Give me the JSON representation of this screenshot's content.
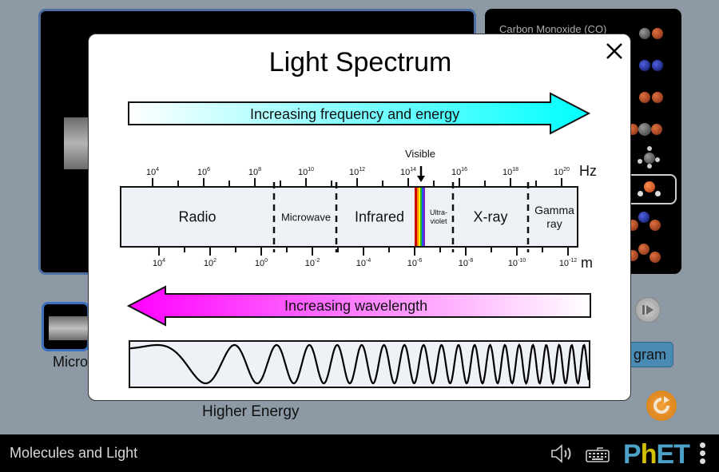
{
  "app": {
    "title": "Molecules and Light"
  },
  "molecule_panel": {
    "first_label": "Carbon Monoxide (CO)",
    "molecules": [
      {
        "name": "carbon-monoxide",
        "atoms": [
          "#555555",
          "#b34a24"
        ]
      },
      {
        "name": "nitrogen",
        "atoms": [
          "#1b2a9a",
          "#1b2a9a"
        ]
      },
      {
        "name": "oxygen",
        "atoms": [
          "#b34a24",
          "#b34a24"
        ]
      },
      {
        "name": "carbon-dioxide",
        "atoms": [
          "#b34a24",
          "#555555",
          "#b34a24"
        ]
      },
      {
        "name": "methane",
        "atoms": [
          "#555555"
        ]
      },
      {
        "name": "water",
        "atoms": [
          "#d9531e"
        ],
        "selected": true
      },
      {
        "name": "nitrogen-dioxide",
        "atoms": [
          "#b34a24",
          "#1b2a9a",
          "#b34a24"
        ]
      },
      {
        "name": "ozone",
        "atoms": [
          "#b34a24",
          "#b34a24",
          "#b34a24"
        ]
      }
    ]
  },
  "emitter": {
    "label_partial": "Micro"
  },
  "controls": {
    "diagram_button_partial": "gram",
    "higher_energy_label": "Higher Energy"
  },
  "dialog": {
    "title": "Light Spectrum",
    "frequency_arrow_label": "Increasing frequency and energy",
    "wavelength_arrow_label": "Increasing wavelength",
    "visible_label": "Visible",
    "frequency_unit": "Hz",
    "wavelength_unit": "m",
    "frequency_ticks": [
      {
        "base": "10",
        "exp": "4"
      },
      {
        "base": "10",
        "exp": "6"
      },
      {
        "base": "10",
        "exp": "8"
      },
      {
        "base": "10",
        "exp": "10"
      },
      {
        "base": "10",
        "exp": "12"
      },
      {
        "base": "10",
        "exp": "14"
      },
      {
        "base": "10",
        "exp": "16"
      },
      {
        "base": "10",
        "exp": "18"
      },
      {
        "base": "10",
        "exp": "20"
      }
    ],
    "wavelength_ticks": [
      {
        "base": "10",
        "exp": "4"
      },
      {
        "base": "10",
        "exp": "2"
      },
      {
        "base": "10",
        "exp": "0"
      },
      {
        "base": "10",
        "exp": "-2"
      },
      {
        "base": "10",
        "exp": "-4"
      },
      {
        "base": "10",
        "exp": "-6"
      },
      {
        "base": "10",
        "exp": "-8"
      },
      {
        "base": "10",
        "exp": "-10"
      },
      {
        "base": "10",
        "exp": "-12"
      }
    ],
    "bands": [
      {
        "name": "Radio"
      },
      {
        "name": "Microwave"
      },
      {
        "name": "Infrared"
      },
      {
        "name": "Ultra-",
        "name2": "violet"
      },
      {
        "name": "X-ray"
      },
      {
        "name": "Gamma",
        "name2": "ray"
      }
    ],
    "colors": {
      "cyan_arrow": "#00ffff",
      "magenta_arrow": "#ff00ff",
      "band_fill": "#eef2f7"
    }
  },
  "nav": {
    "brand": "PhET"
  }
}
